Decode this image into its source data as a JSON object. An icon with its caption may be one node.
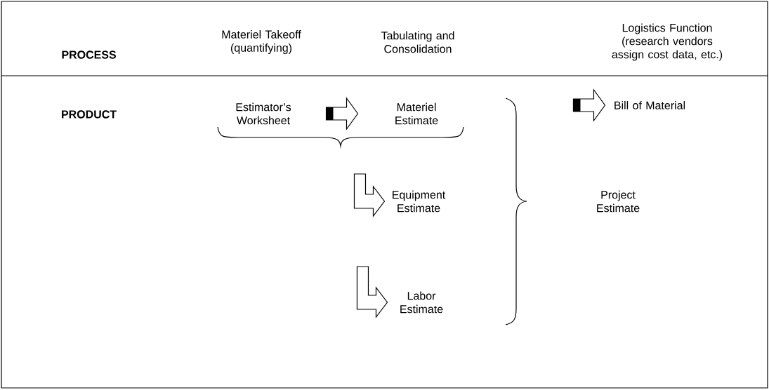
{
  "diagram": {
    "nodes": [
      {
        "text": [
          "Estimator’s Worksheet"
        ]
      },
      {
        "text": [
          "Materiel Estimate"
        ]
      },
      {
        "text": [
          "Equipment Estimate"
        ]
      },
      {
        "text": [
          "Labor Estimate"
        ]
      },
      {
        "text": [
          "Project Estimate"
        ]
      },
      {
        "text": [
          "Bill of Material"
        ]
      }
    ],
    "edges": [
      {
        "from": 0,
        "to": 1,
        "arrow": "to"
      },
      {
        "from": null,
        "to": 2,
        "arrow": "to"
      },
      {
        "from": null,
        "to": 3,
        "arrow": "to"
      },
      {
        "from": null,
        "to": 5,
        "arrow": "to"
      }
    ],
    "labels": [
      "PROCESS",
      "Materiel Takeoff (quantifying)",
      "Tabulating and Consolidation",
      "Logistics Function (research vendors assign cost data, etc.)",
      "PRODUCT"
    ]
  }
}
